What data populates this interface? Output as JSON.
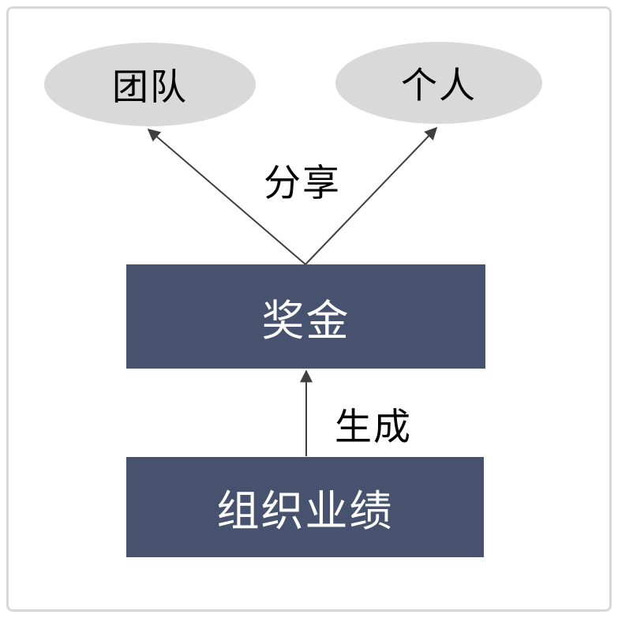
{
  "diagram": {
    "nodes": {
      "team": {
        "label": "团队",
        "shape": "ellipse"
      },
      "individual": {
        "label": "个人",
        "shape": "ellipse"
      },
      "bonus": {
        "label": "奖金",
        "shape": "rectangle"
      },
      "org_performance": {
        "label": "组织业绩",
        "shape": "rectangle"
      }
    },
    "edge_labels": {
      "share": "分享",
      "generate": "生成"
    },
    "edges": [
      {
        "from": "bonus",
        "to": "team",
        "label": "分享"
      },
      {
        "from": "bonus",
        "to": "individual",
        "label": "分享"
      },
      {
        "from": "org_performance",
        "to": "bonus",
        "label": "生成"
      }
    ],
    "colors": {
      "box_fill": "#47536e",
      "box_text": "#ffffff",
      "ellipse_fill": "#d9d9d9",
      "ellipse_text": "#000000",
      "arrow": "#3f3f3f",
      "label_text": "#000000",
      "frame_border": "#d8d8d8",
      "background": "#ffffff"
    }
  }
}
